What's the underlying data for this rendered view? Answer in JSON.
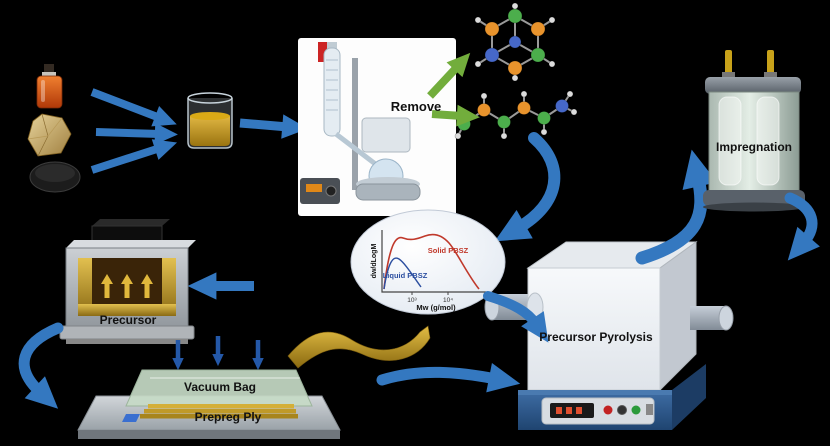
{
  "colors": {
    "background": "#000000",
    "arrow_blue": "#3478c0",
    "arrow_dark_blue": "#2458a8",
    "arrow_green": "#72ad3c",
    "prepreg_gold": "#d4af37",
    "furnace_base_blue": "#2d5a8e",
    "solid_pbsz_red": "#c0392b",
    "liquid_pbsz_blue": "#2c4fa0"
  },
  "labels": {
    "remove": "Remove",
    "impregnation": "Impregnation",
    "precursor": "Precursor",
    "vacuum_bag": "Vacuum Bag",
    "prepreg_ply": "Prepreg Ply",
    "precursor_pyrolysis": "Precursor Pyrolysis"
  },
  "chart_data": {
    "type": "line",
    "xlabel": "Mw (g/mol)",
    "ylabel": "dw/dLogM",
    "x_scale": "log",
    "x_ticks": [
      "10³",
      "10⁴"
    ],
    "grid": false,
    "legend_position": "inside",
    "series": [
      {
        "name": "Solid PBSZ",
        "color": "#c0392b",
        "log_mw": [
          2.4,
          2.6,
          2.8,
          3.0,
          3.2,
          3.4,
          3.6,
          3.8,
          4.0,
          4.2,
          4.4
        ],
        "dw_dlogm": [
          0.05,
          0.55,
          0.88,
          0.97,
          0.9,
          0.86,
          0.92,
          0.8,
          0.55,
          0.25,
          0.05
        ]
      },
      {
        "name": "Liquid PBSZ",
        "color": "#2c4fa0",
        "log_mw": [
          2.3,
          2.5,
          2.7,
          2.9,
          3.1,
          3.3,
          3.5
        ],
        "dw_dlogm": [
          0.03,
          0.45,
          0.62,
          0.5,
          0.3,
          0.12,
          0.02
        ]
      }
    ]
  }
}
